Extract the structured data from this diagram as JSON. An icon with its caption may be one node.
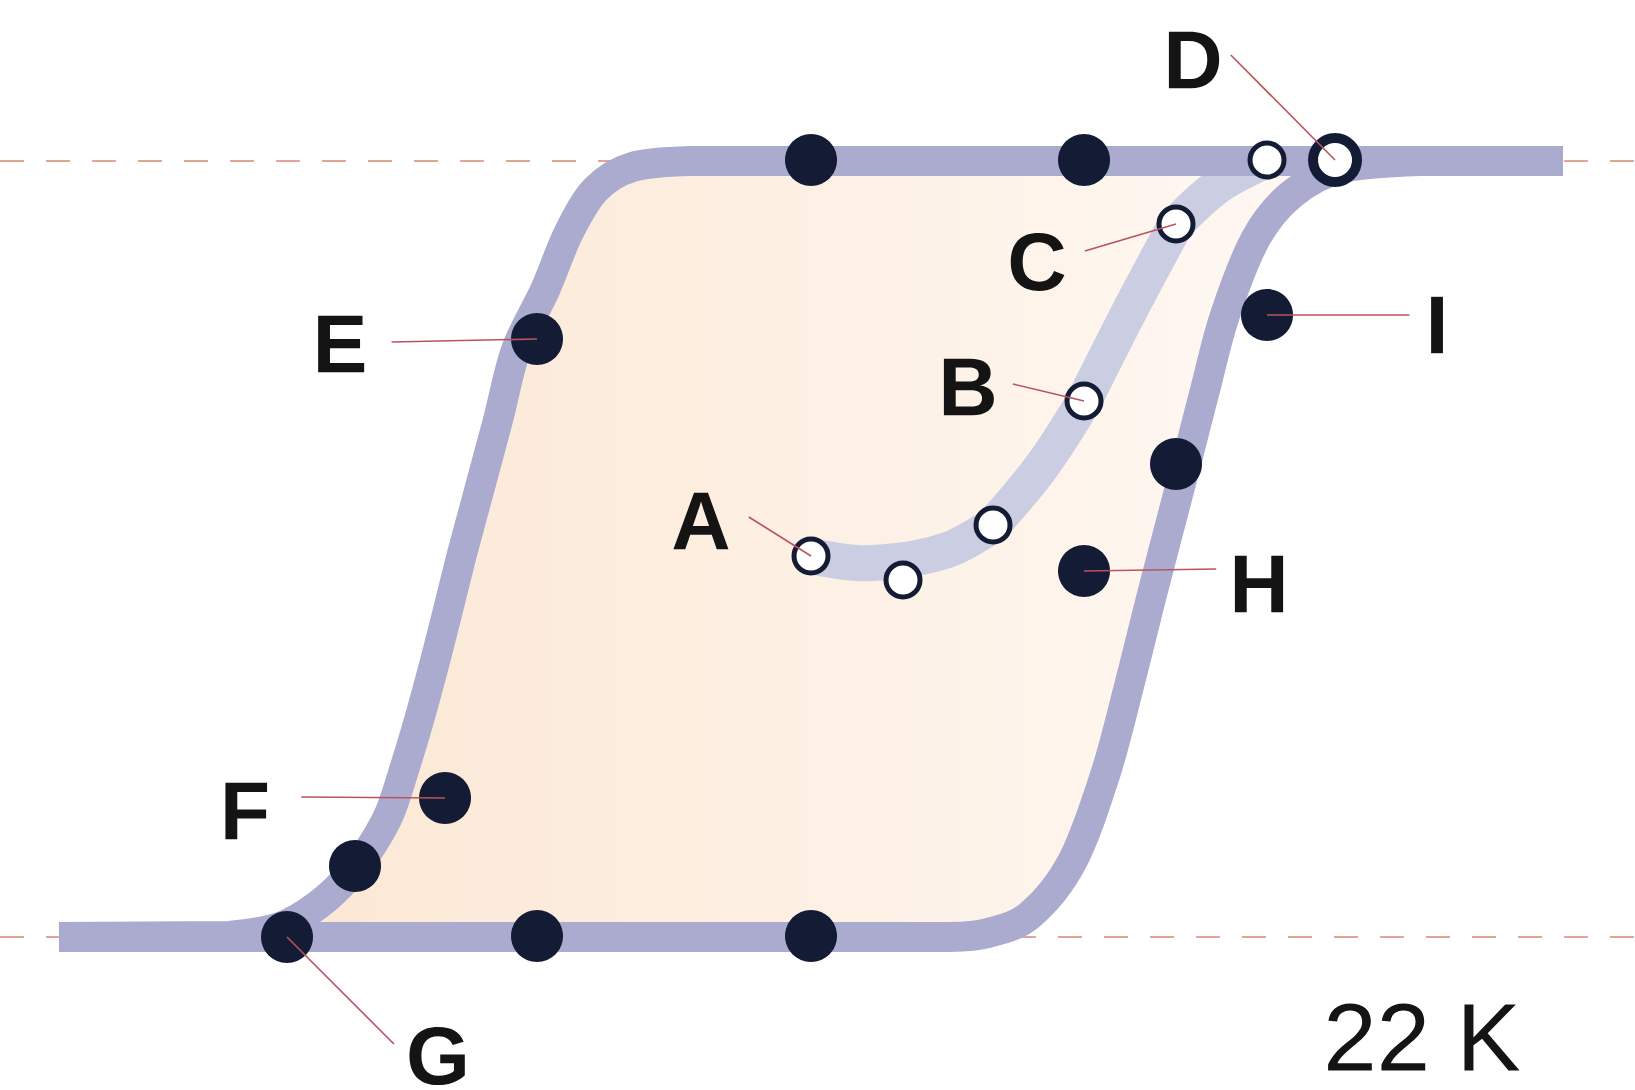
{
  "diagram": {
    "nodes": [
      {
        "text": [
          "D"
        ]
      },
      {
        "text": [
          "C"
        ]
      },
      {
        "text": [
          "E"
        ]
      },
      {
        "text": [
          "I"
        ]
      },
      {
        "text": [
          "B"
        ]
      },
      {
        "text": [
          "A"
        ]
      },
      {
        "text": [
          "H"
        ]
      },
      {
        "text": [
          "F"
        ]
      },
      {
        "text": [
          "G"
        ]
      },
      {
        "text": [],
        "shape": "circle"
      },
      {
        "text": [],
        "shape": "circle"
      },
      {
        "text": [],
        "shape": "circle"
      },
      {
        "text": [],
        "shape": "circle"
      },
      {
        "text": [],
        "shape": "circle"
      },
      {
        "text": [],
        "shape": "circle"
      },
      {
        "text": [],
        "shape": "circle"
      },
      {
        "text": [],
        "shape": "circle"
      },
      {
        "text": [],
        "shape": "circle"
      },
      {
        "text": [],
        "shape": "circle"
      },
      {
        "text": [],
        "shape": "circle"
      },
      {
        "text": [],
        "shape": "circle"
      },
      {
        "text": [],
        "shape": "circle"
      },
      {
        "text": [],
        "shape": "circle"
      },
      {
        "text": [],
        "shape": "circle"
      },
      {
        "text": [],
        "shape": "circle"
      },
      {
        "text": [],
        "shape": "circle"
      },
      {
        "text": [],
        "shape": "circle"
      }
    ],
    "edges": [
      {
        "from": 0,
        "to": 12,
        "arrow": "none"
      },
      {
        "from": 1,
        "to": 13,
        "arrow": "none"
      },
      {
        "from": 2,
        "to": 15,
        "arrow": "none"
      },
      {
        "from": 3,
        "to": 14,
        "arrow": "none"
      },
      {
        "from": 4,
        "to": 16,
        "arrow": "none"
      },
      {
        "from": 5,
        "to": 19,
        "arrow": "none"
      },
      {
        "from": 6,
        "to": 20,
        "arrow": "none"
      },
      {
        "from": 7,
        "to": 22,
        "arrow": "none"
      },
      {
        "from": 8,
        "to": 24,
        "arrow": "none"
      },
      {
        "from": 19,
        "to": 21,
        "arrow": "none",
        "style": "thick",
        "color": "#cbcee2"
      },
      {
        "from": 21,
        "to": 18,
        "arrow": "none",
        "style": "thick",
        "color": "#cbcee2"
      },
      {
        "from": 18,
        "to": 16,
        "arrow": "none",
        "style": "thick",
        "color": "#cbcee2"
      },
      {
        "from": 16,
        "to": 13,
        "arrow": "none",
        "style": "thick",
        "color": "#cbcee2"
      },
      {
        "from": 13,
        "to": 11,
        "arrow": "none",
        "style": "thick",
        "color": "#cbcee2"
      }
    ],
    "labels": [
      "22 K"
    ]
  }
}
